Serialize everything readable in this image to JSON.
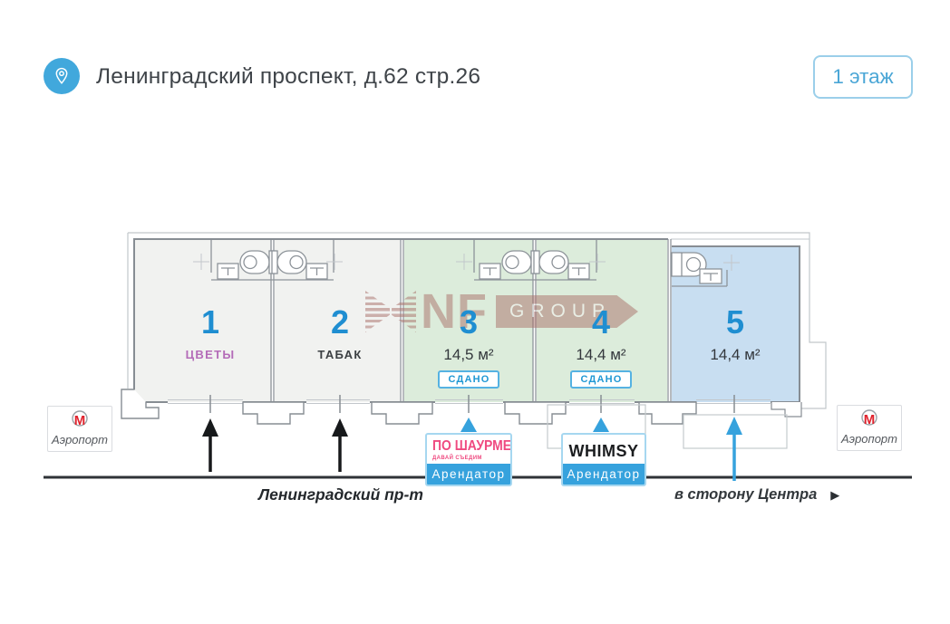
{
  "header": {
    "title": "Ленинградский проспект, д.62 стр.26",
    "floor_button": "1 этаж"
  },
  "watermark": {
    "name": "NF",
    "group": "GROUP"
  },
  "plan": {
    "units": [
      {
        "number": "1",
        "category": "ЦВЕТЫ"
      },
      {
        "number": "2",
        "category": "ТАБАК"
      },
      {
        "number": "3",
        "area": "14,5 м²",
        "status": "СДАНО"
      },
      {
        "number": "4",
        "area": "14,4 м²",
        "status": "СДАНО"
      },
      {
        "number": "5",
        "area": "14,4 м²"
      }
    ]
  },
  "metro": {
    "left_label": "Аэропорт",
    "right_label": "Аэропорт",
    "logo_letter": "М"
  },
  "tenants": [
    {
      "name": "ПО ШАУРМЕ",
      "subtitle": "ДАВАЙ СЪЕДИМ",
      "role": "Арендатор"
    },
    {
      "name": "WHIMSY",
      "role": "Арендатор"
    }
  ],
  "street": {
    "name": "Ленинградский пр-т",
    "direction": "в сторону Центра",
    "direction_arrow": "▶"
  },
  "colors": {
    "accent_blue": "#36a2dd",
    "unit_number_blue": "#1f8ed1",
    "unit12_bg": "#f1f2f0",
    "unit34_bg": "#dcecdb",
    "unit5_bg": "#c8def1",
    "flowers_purple": "#b46cb8",
    "tobacco_dark": "#3c4043",
    "status_blue": "#2098d4",
    "tenant1_pink": "#ef4a80",
    "metro_red": "#e0222c",
    "watermark_rose": "#a96f68"
  }
}
